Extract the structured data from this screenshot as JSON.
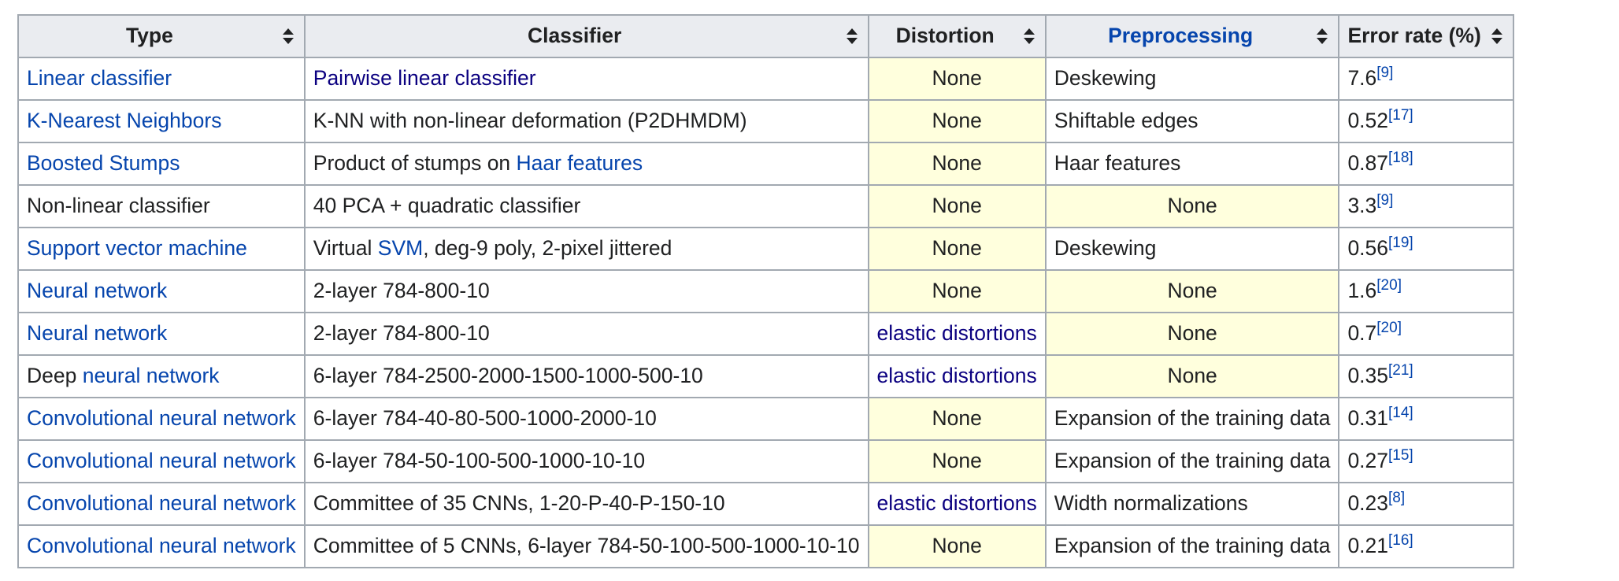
{
  "table": {
    "headers": [
      {
        "label": "Type",
        "is_link": false
      },
      {
        "label": "Classifier",
        "is_link": false
      },
      {
        "label": "Distortion",
        "is_link": false
      },
      {
        "label": "Preprocessing",
        "is_link": true
      },
      {
        "label": "Error rate (%)",
        "is_link": false
      }
    ],
    "rows": [
      {
        "type": [
          {
            "text": "Linear classifier",
            "link": true
          }
        ],
        "classifier": [
          {
            "text": "Pairwise linear classifier",
            "link": "dark"
          }
        ],
        "distortion": {
          "text": "None",
          "link": false,
          "highlight": true
        },
        "preprocessing": {
          "text": "Deskewing",
          "highlight": false
        },
        "error": {
          "value": "7.6",
          "ref": "[9]"
        }
      },
      {
        "type": [
          {
            "text": "K-Nearest Neighbors",
            "link": true
          }
        ],
        "classifier": [
          {
            "text": "K-NN with non-linear deformation (P2DHMDM)",
            "link": false
          }
        ],
        "distortion": {
          "text": "None",
          "link": false,
          "highlight": true
        },
        "preprocessing": {
          "text": "Shiftable edges",
          "highlight": false
        },
        "error": {
          "value": "0.52",
          "ref": "[17]"
        }
      },
      {
        "type": [
          {
            "text": "Boosted Stumps",
            "link": true
          }
        ],
        "classifier": [
          {
            "text": "Product of stumps on ",
            "link": false
          },
          {
            "text": "Haar features",
            "link": true
          }
        ],
        "distortion": {
          "text": "None",
          "link": false,
          "highlight": true
        },
        "preprocessing": {
          "text": "Haar features",
          "highlight": false
        },
        "error": {
          "value": "0.87",
          "ref": "[18]"
        }
      },
      {
        "type": [
          {
            "text": "Non-linear classifier",
            "link": false
          }
        ],
        "classifier": [
          {
            "text": "40 PCA + quadratic classifier",
            "link": false
          }
        ],
        "distortion": {
          "text": "None",
          "link": false,
          "highlight": true
        },
        "preprocessing": {
          "text": "None",
          "highlight": true
        },
        "error": {
          "value": "3.3",
          "ref": "[9]"
        }
      },
      {
        "type": [
          {
            "text": "Support vector machine",
            "link": true
          }
        ],
        "classifier": [
          {
            "text": "Virtual ",
            "link": false
          },
          {
            "text": "SVM",
            "link": true
          },
          {
            "text": ", deg-9 poly, 2-pixel jittered",
            "link": false
          }
        ],
        "distortion": {
          "text": "None",
          "link": false,
          "highlight": true
        },
        "preprocessing": {
          "text": "Deskewing",
          "highlight": false
        },
        "error": {
          "value": "0.56",
          "ref": "[19]"
        }
      },
      {
        "type": [
          {
            "text": "Neural network",
            "link": true
          }
        ],
        "classifier": [
          {
            "text": "2-layer 784-800-10",
            "link": false
          }
        ],
        "distortion": {
          "text": "None",
          "link": false,
          "highlight": true
        },
        "preprocessing": {
          "text": "None",
          "highlight": true
        },
        "error": {
          "value": "1.6",
          "ref": "[20]"
        }
      },
      {
        "type": [
          {
            "text": "Neural network",
            "link": true
          }
        ],
        "classifier": [
          {
            "text": "2-layer 784-800-10",
            "link": false
          }
        ],
        "distortion": {
          "text": "elastic distortions",
          "link": true,
          "highlight": false
        },
        "preprocessing": {
          "text": "None",
          "highlight": true
        },
        "error": {
          "value": "0.7",
          "ref": "[20]"
        }
      },
      {
        "type": [
          {
            "text": "Deep ",
            "link": false
          },
          {
            "text": "neural network",
            "link": true
          }
        ],
        "classifier": [
          {
            "text": "6-layer 784-2500-2000-1500-1000-500-10",
            "link": false
          }
        ],
        "distortion": {
          "text": "elastic distortions",
          "link": true,
          "highlight": false
        },
        "preprocessing": {
          "text": "None",
          "highlight": true
        },
        "error": {
          "value": "0.35",
          "ref": "[21]"
        }
      },
      {
        "type": [
          {
            "text": "Convolutional neural network",
            "link": true
          }
        ],
        "classifier": [
          {
            "text": "6-layer 784-40-80-500-1000-2000-10",
            "link": false
          }
        ],
        "distortion": {
          "text": "None",
          "link": false,
          "highlight": true
        },
        "preprocessing": {
          "text": "Expansion of the training data",
          "highlight": false
        },
        "error": {
          "value": "0.31",
          "ref": "[14]"
        }
      },
      {
        "type": [
          {
            "text": "Convolutional neural network",
            "link": true
          }
        ],
        "classifier": [
          {
            "text": "6-layer 784-50-100-500-1000-10-10",
            "link": false
          }
        ],
        "distortion": {
          "text": "None",
          "link": false,
          "highlight": true
        },
        "preprocessing": {
          "text": "Expansion of the training data",
          "highlight": false
        },
        "error": {
          "value": "0.27",
          "ref": "[15]"
        }
      },
      {
        "type": [
          {
            "text": "Convolutional neural network",
            "link": true
          }
        ],
        "classifier": [
          {
            "text": "Committee of 35 CNNs, 1-20-P-40-P-150-10",
            "link": false
          }
        ],
        "distortion": {
          "text": "elastic distortions",
          "link": true,
          "highlight": false
        },
        "preprocessing": {
          "text": "Width normalizations",
          "highlight": false
        },
        "error": {
          "value": "0.23",
          "ref": "[8]"
        }
      },
      {
        "type": [
          {
            "text": "Convolutional neural network",
            "link": true
          }
        ],
        "classifier": [
          {
            "text": "Committee of 5 CNNs, 6-layer 784-50-100-500-1000-10-10",
            "link": false
          }
        ],
        "distortion": {
          "text": "None",
          "link": false,
          "highlight": true
        },
        "preprocessing": {
          "text": "Expansion of the training data",
          "highlight": false
        },
        "error": {
          "value": "0.21",
          "ref": "[16]"
        }
      }
    ]
  },
  "colors": {
    "link": "#0645ad",
    "link_dark": "#0b0080",
    "header_bg": "#eaecf0",
    "highlight_bg": "#ffffdd",
    "border": "#a2a9b1"
  },
  "icons": {
    "sort": "sort-arrows-icon"
  }
}
